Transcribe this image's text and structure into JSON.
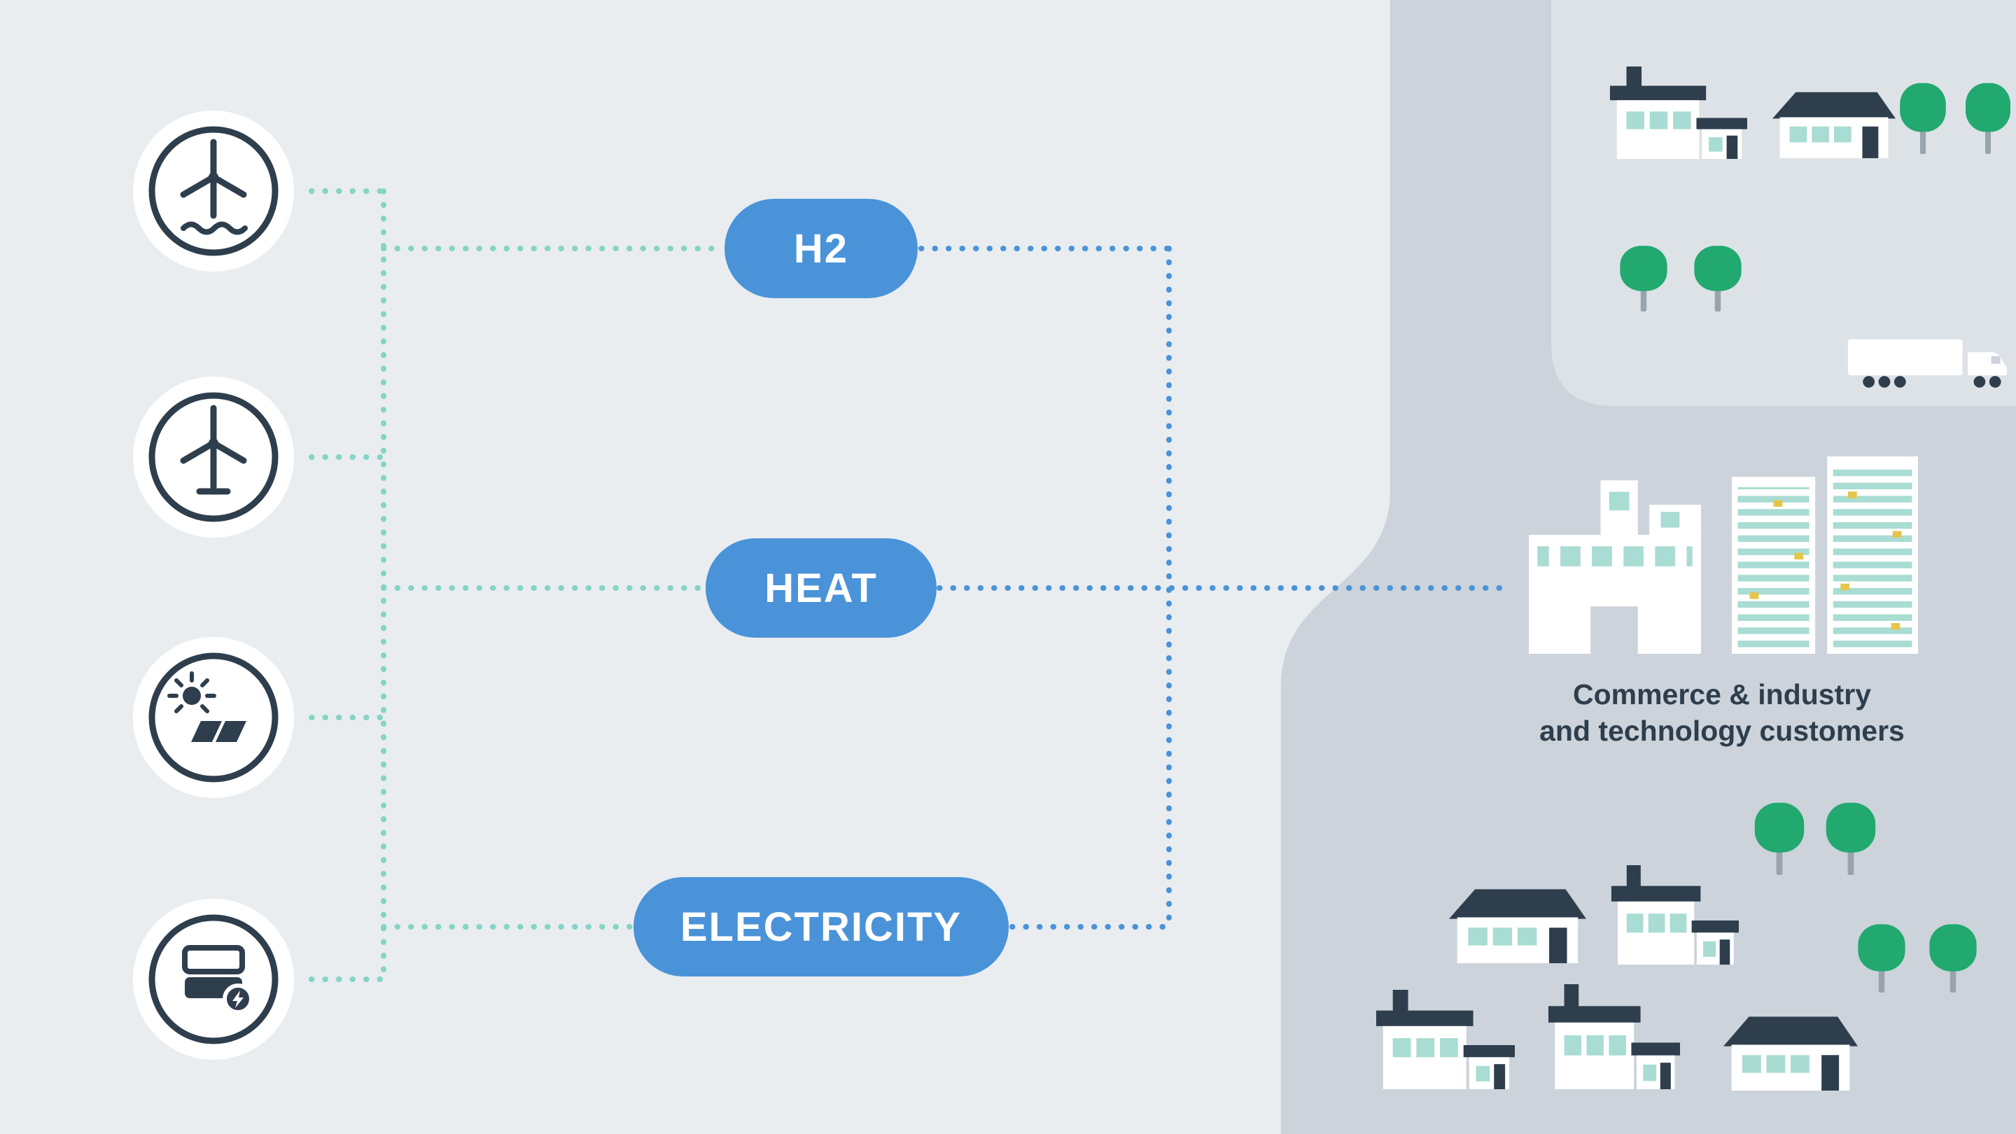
{
  "pills": [
    {
      "label": "H2"
    },
    {
      "label": "HEAT"
    },
    {
      "label": "ELECTRICITY"
    }
  ],
  "caption": {
    "line1": "Commerce & industry",
    "line2": "and technology customers"
  },
  "sources": [
    {
      "icon": "offshore-wind-turbine-icon"
    },
    {
      "icon": "onshore-wind-turbine-icon"
    },
    {
      "icon": "solar-panels-icon"
    },
    {
      "icon": "battery-storage-icon"
    }
  ],
  "scene_icons": [
    "house-icon",
    "tree-icon",
    "truck-icon",
    "factory-building-icon",
    "office-towers-icon"
  ],
  "colors": {
    "bg_light": "#e9edf0",
    "bg_dark": "#ccd3da",
    "bg_panel": "#dde2e7",
    "pill_blue": "#4a93d9",
    "dot_teal": "#85d4c6",
    "dot_blue": "#4a93d9",
    "ink": "#2e3e4d",
    "window_teal": "#a9dcd3",
    "tree_green": "#21a96f",
    "trunk_gray": "#98a4ac",
    "white": "#ffffff",
    "accent_yellow": "#e6c54b"
  }
}
